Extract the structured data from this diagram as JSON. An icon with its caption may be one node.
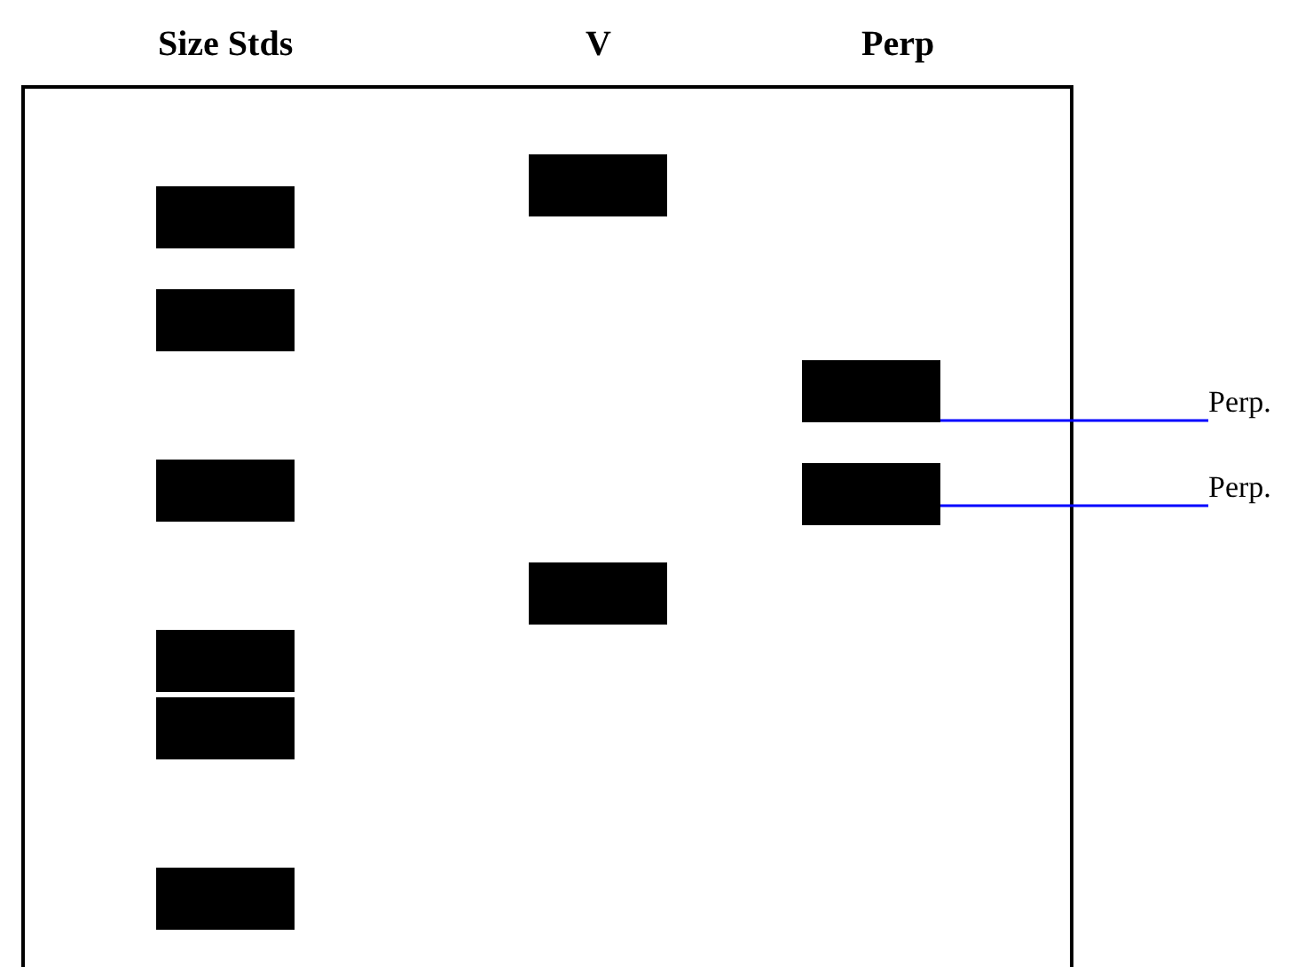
{
  "diagram": {
    "nodes": [
      {
        "text": [],
        "shape": "box"
      },
      {
        "text": [],
        "shape": "bar",
        "in": 0
      },
      {
        "text": [],
        "shape": "bar",
        "in": 0
      },
      {
        "text": [],
        "shape": "bar",
        "in": 0
      },
      {
        "text": [],
        "shape": "bar",
        "in": 0
      },
      {
        "text": [],
        "shape": "bar",
        "in": 0
      },
      {
        "text": [],
        "shape": "bar",
        "in": 0
      },
      {
        "text": [],
        "shape": "bar",
        "in": 0
      },
      {
        "text": [],
        "shape": "bar",
        "in": 0
      },
      {
        "text": [],
        "shape": "bar",
        "in": 0
      },
      {
        "text": [],
        "shape": "bar",
        "in": 0
      },
      {
        "text": [
          "Perp."
        ]
      },
      {
        "text": [
          "Perp."
        ]
      }
    ],
    "edges": [
      {
        "from": 11,
        "to": 9,
        "arrow": "none"
      },
      {
        "from": 12,
        "to": 10,
        "arrow": "none"
      }
    ],
    "labels": [
      "Size Stds",
      "V",
      "Perp"
    ]
  }
}
